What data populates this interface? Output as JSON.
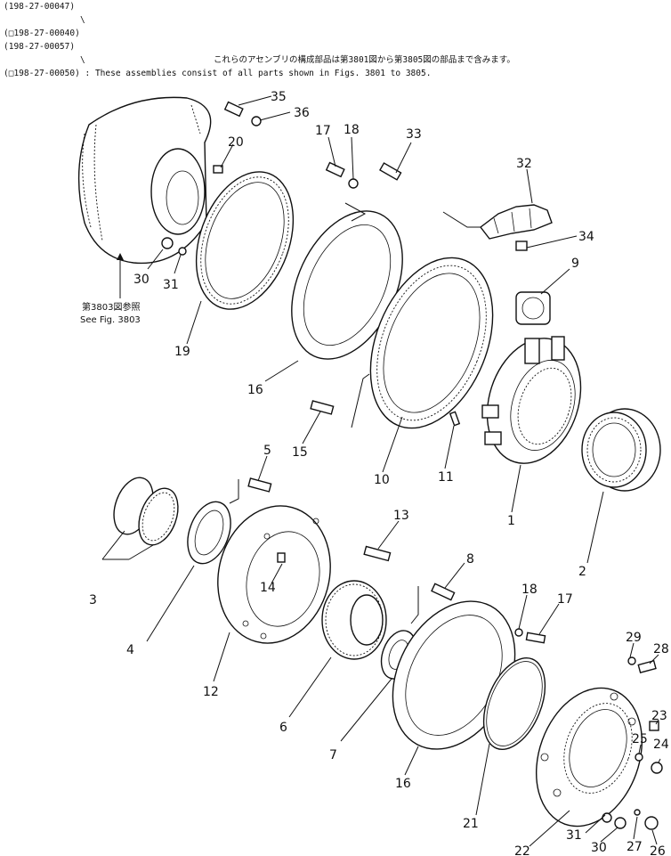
{
  "header": {
    "line1": "(198-27-00047)",
    "line2": "\\",
    "line3": "(□198-27-00040)",
    "line4": "(198-27-00057)",
    "line5": "\\",
    "line5_note": "これらのアセンブリの構成部品は第3801図から第3805図の部品まで含みます。",
    "line6": "(□198-27-00050) : These assemblies consist of all parts shown in Figs. 3801 to 3805."
  },
  "reference_note": {
    "jp": "第3803図参照",
    "en": "See Fig. 3803"
  },
  "callouts": {
    "c35": "35",
    "c36": "36",
    "c20": "20",
    "c17a": "17",
    "c18a": "18",
    "c33": "33",
    "c32": "32",
    "c34": "34",
    "c9": "9",
    "c30a": "30",
    "c31a": "31",
    "c19": "19",
    "c16a": "16",
    "c15": "15",
    "c10": "10",
    "c11": "11",
    "c1": "1",
    "c2": "2",
    "c5": "5",
    "c13": "13",
    "c3": "3",
    "c4": "4",
    "c14": "14",
    "c12": "12",
    "c8": "8",
    "c18b": "18",
    "c17b": "17",
    "c6": "6",
    "c7": "7",
    "c16b": "16",
    "c29": "29",
    "c28": "28",
    "c23": "23",
    "c25": "25",
    "c24": "24",
    "c21": "21",
    "c31b": "31",
    "c30b": "30",
    "c27": "27",
    "c26": "26",
    "c22": "22"
  }
}
